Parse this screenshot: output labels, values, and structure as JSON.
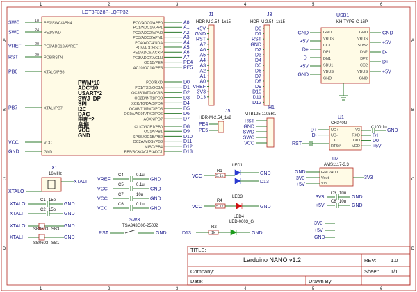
{
  "title_block": {
    "title_label": "TITLE:",
    "title": "Larduino NANO v1.2",
    "rev_label": "REV:",
    "rev": "1.0",
    "company_label": "Company:",
    "date_label": "Date:",
    "drawn_by_label": "Drawn By:",
    "sheet_label": "Sheet:",
    "sheet": "1/1"
  },
  "frame": {
    "cols": [
      "1",
      "2",
      "3",
      "4",
      "5",
      "6"
    ],
    "rows": [
      "A",
      "B",
      "C",
      "D"
    ]
  },
  "mcu": {
    "ref": "LGT8F328P-LQFP32",
    "left_pins": [
      {
        "num": "18",
        "name": "PE0/SWC/APN4",
        "net": "SWC"
      },
      {
        "num": "24",
        "name": "PE2/SWD",
        "net": "SWD"
      },
      {
        "num": "20",
        "name": "PE6/ADC10/AVREF",
        "net": "VREF"
      },
      {
        "num": "29",
        "name": "PC6/RSTN",
        "net": "RST"
      },
      {
        "num": "",
        "name": "XTALO/PB6",
        "net": "PB6"
      },
      {
        "num": "",
        "name": "XTALI/PB7",
        "net": "PB7"
      },
      {
        "num": "",
        "name": "VCC",
        "net": "VCC"
      },
      {
        "num": "",
        "name": "GND",
        "net": "GND"
      }
    ],
    "right_pins_a": [
      {
        "name": "PC0/ADC0/APP0",
        "net": "A0"
      },
      {
        "name": "PC1/ADC1/APP1",
        "net": "A1"
      },
      {
        "name": "PC2/ADC2/APN0",
        "net": "A2"
      },
      {
        "name": "PC3/ADC3/APN1",
        "net": "A3"
      },
      {
        "name": "PC4/ADC4/SDA",
        "net": "A4"
      },
      {
        "name": "PC5/ADC5/SCL",
        "net": "A5"
      },
      {
        "name": "PE1/ADC6/ACXP",
        "net": "A6"
      },
      {
        "name": "PE3/ADC7/AC1N",
        "net": "A7"
      },
      {
        "name": "OC1B/PE4",
        "net": "PE4"
      },
      {
        "name": "AC10/OC1A/PE5",
        "net": "PE5"
      }
    ],
    "right_pins_d": [
      {
        "name": "PD0/RXD",
        "net": "D0"
      },
      {
        "name": "PD1/TXD/OC3A",
        "net": "D1"
      },
      {
        "name": "OC3B/INT0/OC3B",
        "net": "D2"
      },
      {
        "name": "OC2B/INT1/PD3",
        "net": "D3"
      },
      {
        "name": "XCK/T0/DAO/PD4",
        "net": "D4"
      },
      {
        "name": "OC0B/T1/RXD/PD5",
        "net": "D5"
      },
      {
        "name": "OC0A/AC0P/TXD/PD6",
        "net": "D6"
      },
      {
        "name": "ACXN/PD7",
        "net": "D7"
      }
    ],
    "right_pins_b": [
      {
        "name": "CLKO/ICP1/PB0",
        "net": "D8"
      },
      {
        "name": "OC1A/PB1",
        "net": "D9"
      },
      {
        "name": "SPSS/OC1B/PB2",
        "net": "D10"
      },
      {
        "name": "OC2A/MOSI/PB3",
        "net": "D11"
      },
      {
        "name": "MISO/PB4",
        "net": "D12"
      },
      {
        "name": "PB5/SCK/AC1P/ADC1",
        "net": "D13"
      }
    ]
  },
  "legend": [
    {
      "text": "PWM*10",
      "color": "#222222"
    },
    {
      "text": "ADC*10",
      "color": "#1a9b1a"
    },
    {
      "text": "USART*2",
      "color": "#e08a00"
    },
    {
      "text": "SWJ_DP",
      "color": "#a05a10"
    },
    {
      "text": "SPI",
      "color": "#d040d0"
    },
    {
      "text": "I2C",
      "color": "#2a7fd0"
    },
    {
      "text": "DAC",
      "color": "#20a0a0"
    },
    {
      "text": "中断*2",
      "color": "#8a3ad0"
    },
    {
      "text": "晶振",
      "color": "#c0a000"
    },
    {
      "text": "VCC",
      "color": "#d01010"
    },
    {
      "text": "GND",
      "color": "#111111"
    }
  ],
  "j1": {
    "ref": "J1",
    "part": "HDR-M-2.54_1x15",
    "nets": [
      "+5V",
      "GND",
      "RST",
      "A7",
      "A6",
      "A5",
      "A4",
      "A3",
      "A2",
      "A1",
      "A0",
      "VREF",
      "3V3",
      "D13"
    ]
  },
  "j3": {
    "ref": "J3",
    "part": "HDR-M-2.54_1x15",
    "nets": [
      "D0",
      "D1",
      "RST",
      "GND",
      "D2",
      "D3",
      "D4",
      "D5",
      "D6",
      "D7",
      "D8",
      "D9",
      "D10",
      "D11",
      "D12"
    ]
  },
  "j5": {
    "ref": "J5",
    "part": "HDR-M-2.54_1x2",
    "nets": [
      "PE4",
      "PE5"
    ]
  },
  "h1": {
    "ref": "H1",
    "part": "MTB125-1105R1",
    "nets": [
      "RST",
      "GND",
      "SWD",
      "SWC",
      "VCC"
    ]
  },
  "usb": {
    "ref": "USB1",
    "part": "KH-TYPE-C-16P",
    "left": [
      "GND",
      "VBUS",
      "CC1",
      "DP1",
      "DN1",
      "SBU1",
      "VBUS",
      "GND"
    ],
    "right": [
      "GND",
      "VBUS",
      "SUB2",
      "DN2",
      "DP2",
      "CC2",
      "VBUS",
      "GND"
    ],
    "nets_left": [
      "GND",
      "+5V",
      "D+",
      "D-",
      "+5V",
      "GND"
    ],
    "nets_right": [
      "GND",
      "+5V",
      "D-",
      "D+",
      "+5V"
    ]
  },
  "u1": {
    "ref": "U1",
    "part": "CH340N",
    "pins": [
      "UD+",
      "UD-",
      "TXD",
      "RTS#",
      "V3",
      "RXD",
      "TXD",
      "VDD"
    ],
    "nets": [
      "D+",
      "D-",
      "RST",
      "D1",
      "D0",
      "+5V"
    ],
    "cap": "C10",
    "cap_val": "0.1u"
  },
  "u2": {
    "ref": "U2",
    "part": "AMS1117-3.3",
    "pins": [
      "GND/ADJ",
      "Vout",
      "Vin"
    ],
    "nets": [
      "GND",
      "3V3",
      "+5V",
      "3V3"
    ],
    "caps": [
      {
        "ref": "C3",
        "val": "10u"
      },
      {
        "ref": "C8",
        "val": "10u"
      }
    ]
  },
  "x1": {
    "ref": "X1",
    "part": "16MHz",
    "nets": [
      "XTALO",
      "XTALI"
    ],
    "caps": [
      {
        "ref": "C1",
        "val": "15p"
      },
      {
        "ref": "C2",
        "val": "15p"
      }
    ]
  },
  "sb": [
    {
      "ref": "SB3",
      "part": "SB0603",
      "net": "XTALO"
    },
    {
      "ref": "SB1",
      "part": "SB0603",
      "net": "XTALI"
    }
  ],
  "caps_mid": [
    {
      "ref": "C4",
      "val": "0.1u",
      "net": "VREF"
    },
    {
      "ref": "C5",
      "val": "0.1u",
      "net": "VCC"
    },
    {
      "ref": "C7",
      "val": "10u",
      "net": "VCC"
    },
    {
      "ref": "C6",
      "val": "0.1u",
      "net": "VCC"
    }
  ],
  "sw": {
    "ref": "SW3",
    "part": "TSA343G00-250J2",
    "net": "RST"
  },
  "leds": [
    {
      "ref": "LED1",
      "res": "R1",
      "val": "5.1k",
      "net": "VCC",
      "to": "D13"
    },
    {
      "ref": "LED3",
      "res": "R4",
      "val": "5.1k",
      "net": "VCC",
      "to": "GND"
    },
    {
      "ref": "LED4",
      "part": "LED-0603_G",
      "res": "R2",
      "val": "1k",
      "net": "D13",
      "to": "GND"
    }
  ],
  "power": {
    "v33": "3V3",
    "v5": "+5V",
    "gnd": "GND"
  }
}
